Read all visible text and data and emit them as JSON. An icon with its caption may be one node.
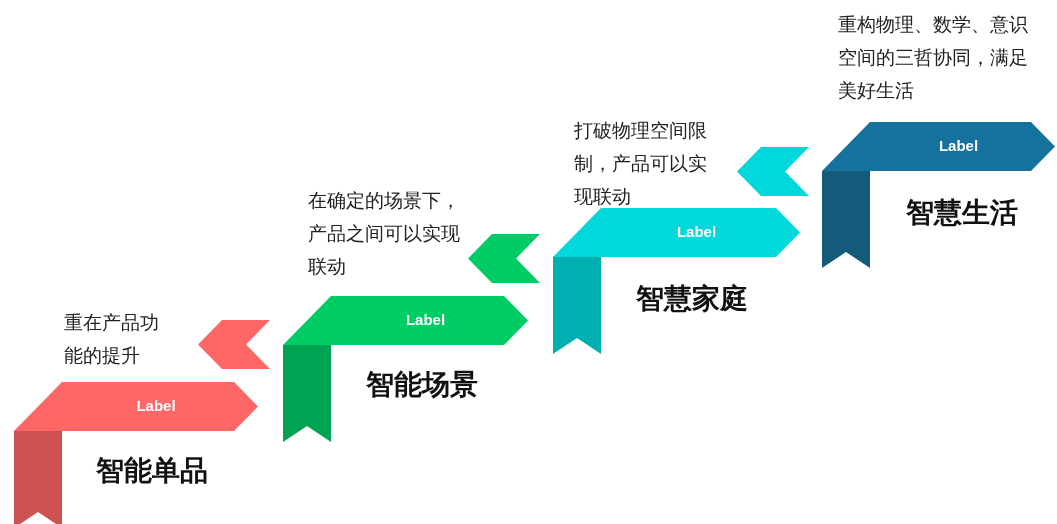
{
  "diagram": {
    "nodes": [
      {
        "text": [
          "Label",
          "智能单品"
        ],
        "beside": [
          "重在产品功能的提升"
        ]
      },
      {
        "text": [
          "Label",
          "智能场景"
        ],
        "beside": [
          "在确定的场景下，产品之间可以实现联动"
        ]
      },
      {
        "text": [
          "Label",
          "智慧家庭"
        ],
        "beside": [
          "打破物理空间限制，产品可以实现联动"
        ]
      },
      {
        "text": [
          "Label",
          "智慧生活"
        ],
        "beside": [
          "重构物理、数学、意识空间的三哲协同，满足美好生活"
        ]
      }
    ]
  }
}
